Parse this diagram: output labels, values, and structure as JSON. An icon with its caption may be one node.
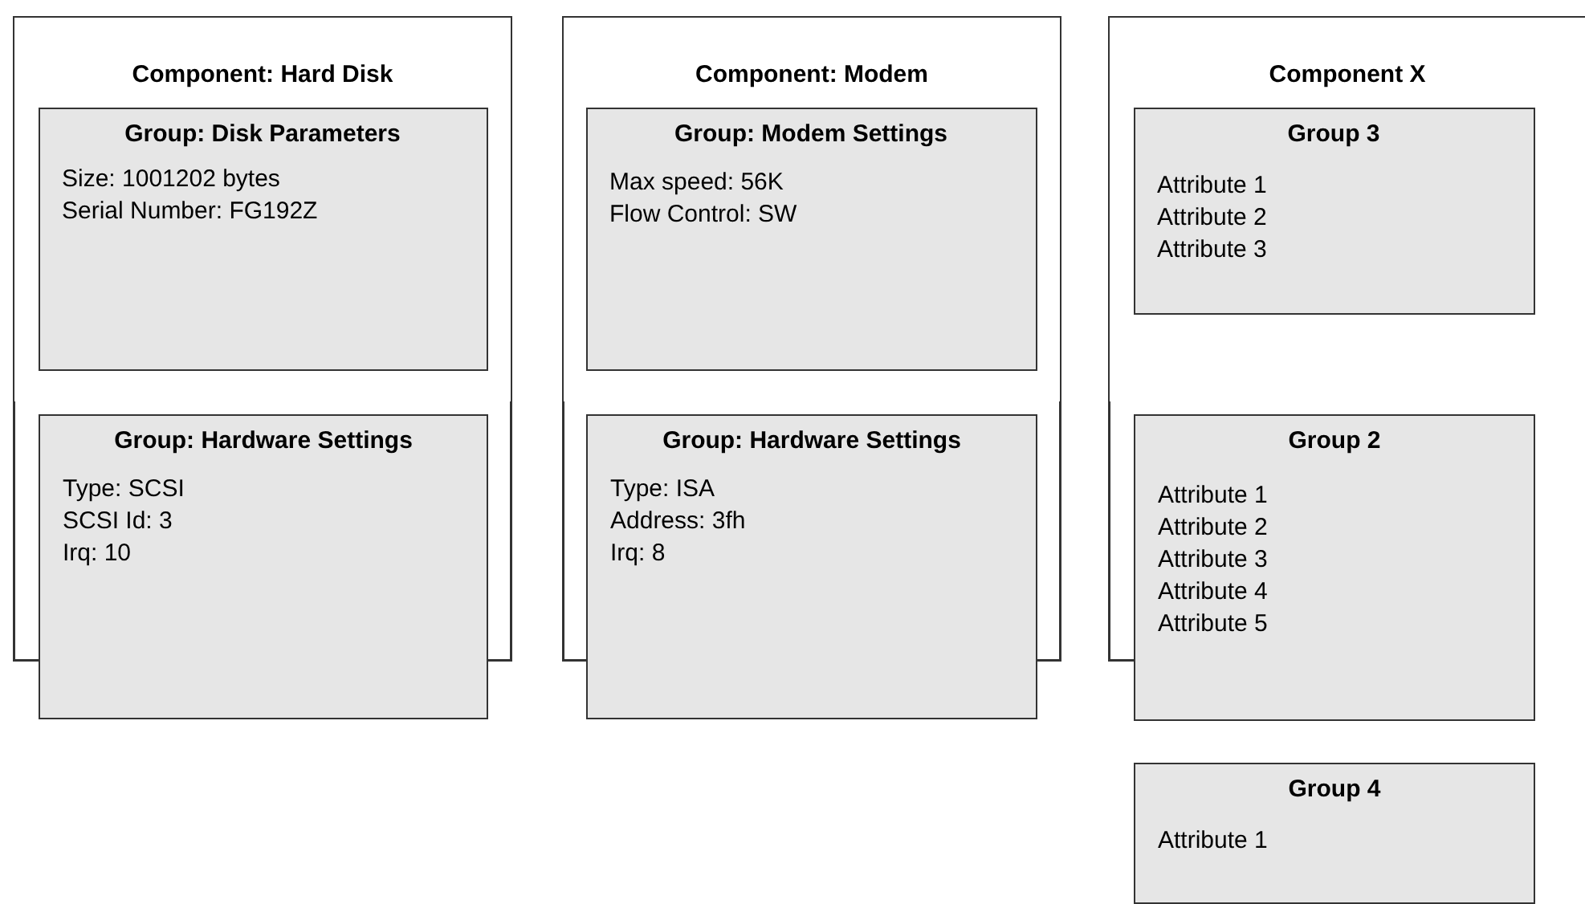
{
  "diagram": {
    "nodes": [
      {
        "text": [
          "Component: Hard Disk"
        ]
      },
      {
        "text": [
          "Group: Disk Parameters",
          "Size: 1001202 bytes",
          "Serial Number: FG192Z"
        ],
        "in": 0
      },
      {
        "text": [
          "Group: Hardware Settings",
          "Type: SCSI",
          "SCSI Id: 3",
          "Irq: 10"
        ]
      },
      {
        "text": [
          "Component: Modem"
        ]
      },
      {
        "text": [
          "Group: Modem Settings",
          "Max speed: 56K",
          "Flow Control: SW"
        ],
        "in": 3
      },
      {
        "text": [
          "Group: Hardware Settings",
          "Type: ISA",
          "Address: 3fh",
          "Irq: 8"
        ]
      },
      {
        "text": [
          "Component X"
        ]
      },
      {
        "text": [
          "Group 3",
          "Attribute 1",
          "Attribute 2",
          "Attribute 3"
        ],
        "in": 6
      },
      {
        "text": [
          "Group 2",
          "Attribute 1",
          "Attribute 2",
          "Attribute 3",
          "Attribute 4",
          "Attribute 5"
        ]
      },
      {
        "text": [
          "Group 4",
          "Attribute 1"
        ]
      }
    ],
    "edges": []
  }
}
